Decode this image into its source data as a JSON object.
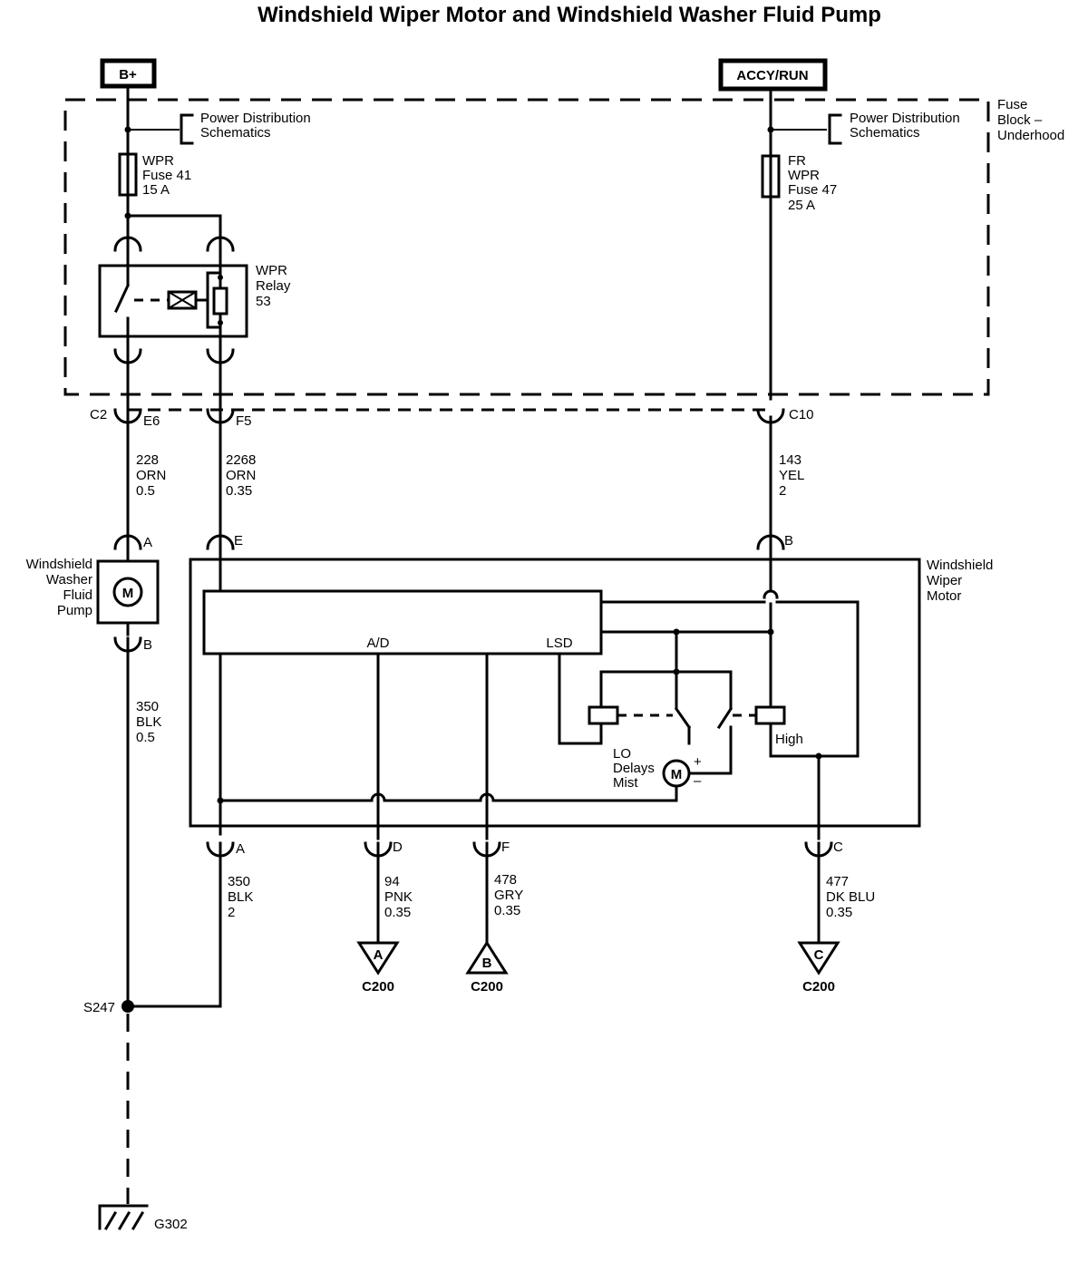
{
  "title": "Windshield Wiper Motor and Windshield Washer Fluid  Pump",
  "power": {
    "battery": "B+",
    "accessory": "ACCY/RUN"
  },
  "fuse_block": {
    "name_lines": [
      "Fuse",
      "Block –",
      "Underhood"
    ]
  },
  "references": {
    "power_distribution_lines": [
      "Power Distribution",
      "Schematics"
    ]
  },
  "fuses": [
    {
      "lines": [
        "WPR",
        "Fuse 41",
        "15 A"
      ]
    },
    {
      "lines": [
        "FR",
        "WPR",
        "Fuse 47",
        "25 A"
      ]
    }
  ],
  "relay": {
    "lines": [
      "WPR",
      "Relay",
      "53"
    ]
  },
  "connectors": {
    "c2": "C2",
    "e6": "E6",
    "f5": "F5",
    "c10": "C10",
    "pump_a": "A",
    "pump_b": "B",
    "motor_e": "E",
    "motor_b": "B",
    "motor_a": "A",
    "motor_d": "D",
    "motor_f": "F",
    "motor_c": "C"
  },
  "wires": {
    "w228": [
      "228",
      "ORN",
      "0.5"
    ],
    "w2268": [
      "2268",
      "ORN",
      "0.35"
    ],
    "w143": [
      "143",
      "YEL",
      "2"
    ],
    "w350a": [
      "350",
      "BLK",
      "0.5"
    ],
    "w350b": [
      "350",
      "BLK",
      "2"
    ],
    "w94": [
      "94",
      "PNK",
      "0.35"
    ],
    "w478": [
      "478",
      "GRY",
      "0.35"
    ],
    "w477": [
      "477",
      "DK BLU",
      "0.35"
    ]
  },
  "pump": {
    "name_lines": [
      "Windshield",
      "Washer",
      "Fluid",
      "Pump"
    ],
    "motor_symbol": "M"
  },
  "wiper_motor": {
    "name_lines": [
      "Windshield",
      "Wiper",
      "Motor"
    ],
    "ad_label": "A/D",
    "lsd_label": "LSD",
    "high_label": "High",
    "low_lines": [
      "LO",
      "Delays",
      "Mist"
    ],
    "motor_symbol": "M",
    "plus": "+",
    "minus": "–"
  },
  "offpage": [
    {
      "letter": "A",
      "connector": "C200"
    },
    {
      "letter": "B",
      "connector": "C200"
    },
    {
      "letter": "C",
      "connector": "C200"
    }
  ],
  "splice": "S247",
  "ground": "G302"
}
